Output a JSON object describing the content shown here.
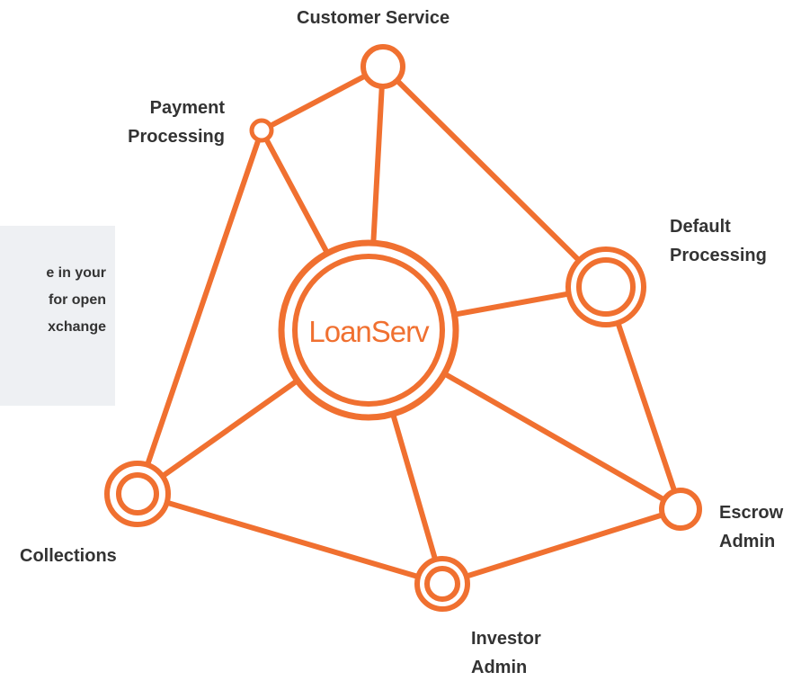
{
  "colors": {
    "accent": "#f07030",
    "label_text": "#333333",
    "panel_bg": "#eef0f3"
  },
  "center": {
    "label": "LoanServ"
  },
  "nodes": {
    "customer_service": {
      "lines": [
        "Customer Service"
      ]
    },
    "payment_processing": {
      "lines": [
        "Payment",
        "Processing"
      ]
    },
    "default_processing": {
      "lines": [
        "Default",
        "Processing"
      ]
    },
    "escrow_admin": {
      "lines": [
        "Escrow",
        "Admin"
      ]
    },
    "investor_admin": {
      "lines": [
        "Investor",
        "Admin"
      ]
    },
    "collections": {
      "lines": [
        "Collections"
      ]
    }
  },
  "side_panel": {
    "lines": [
      "e in your",
      "for open",
      "xchange"
    ]
  }
}
